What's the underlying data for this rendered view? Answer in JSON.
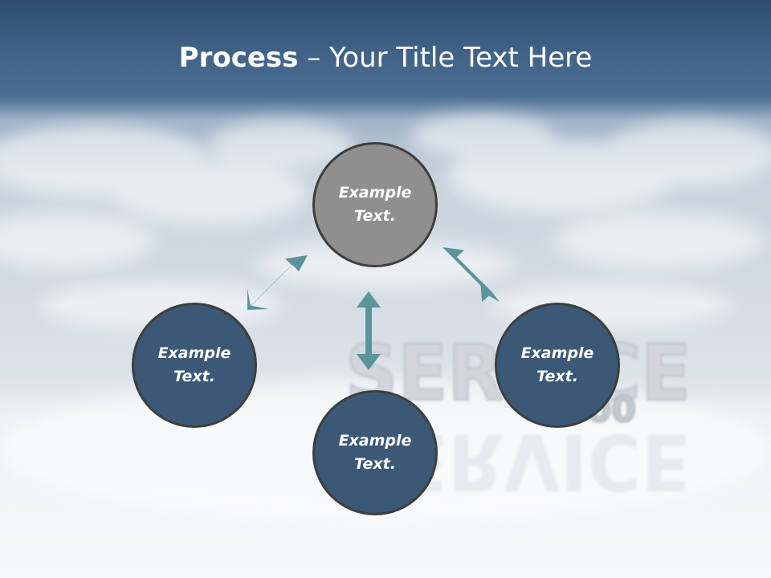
{
  "title": {
    "bold_part": "Process",
    "separator": " – ",
    "rest": "Your Title Text Here"
  },
  "watermark": {
    "word": "SERVICE",
    "reflection": "SERVICE",
    "digits": "000"
  },
  "nodes": {
    "top": {
      "line1": "Example",
      "line2": "Text."
    },
    "left": {
      "line1": "Example",
      "line2": "Text."
    },
    "right": {
      "line1": "Example",
      "line2": "Text."
    },
    "bottom": {
      "line1": "Example",
      "line2": "Text."
    }
  },
  "colors": {
    "header": "#3f6185",
    "node_blue": "#3b5877",
    "node_gray": "#8f8f8f",
    "node_border": "#3e3e3e",
    "arrow": "#5a9599"
  },
  "icons": {
    "arrow": "double-headed-arrow"
  }
}
